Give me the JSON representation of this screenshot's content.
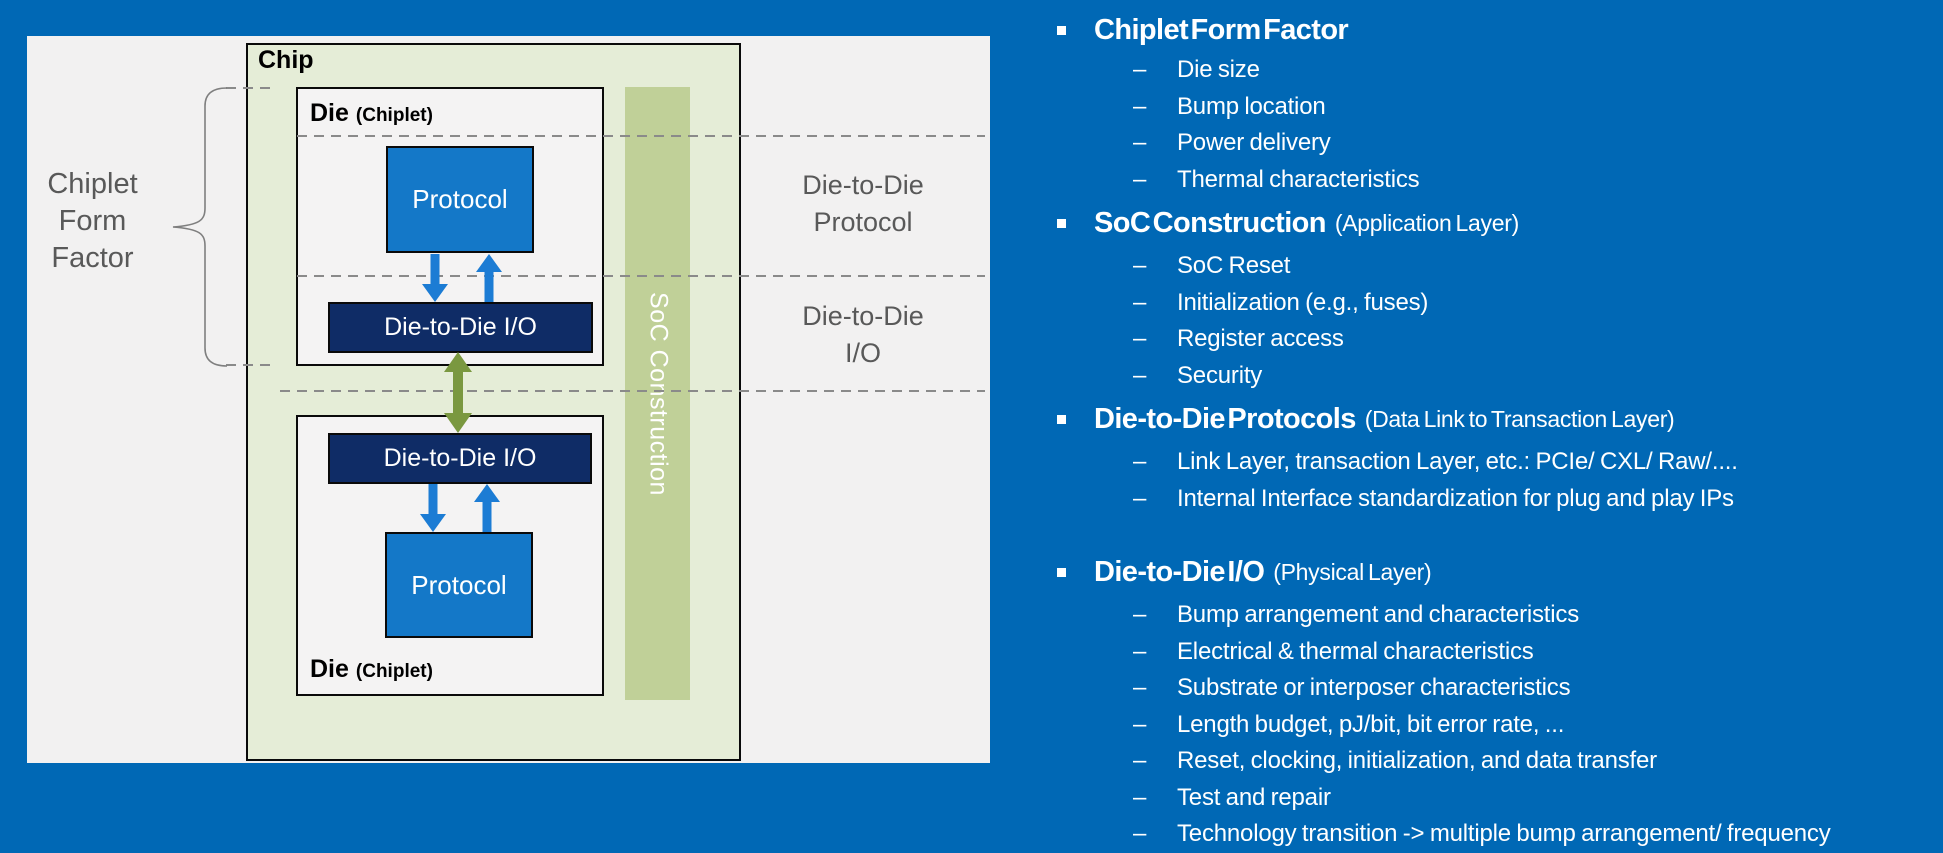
{
  "diagram": {
    "chip_label": "Chip",
    "dies": [
      {
        "label": "Die",
        "sublabel": "(Chiplet)"
      },
      {
        "label": "Die",
        "sublabel": "(Chiplet)"
      }
    ],
    "protocol_label": "Protocol",
    "io_label": "Die-to-Die I/O",
    "soc_bar_label": "SoC Construction",
    "brace_caption": "Chiplet Form Factor",
    "band_labels": [
      "Die-to-Die Protocol",
      "Die-to-Die I/O"
    ]
  },
  "colors": {
    "background": "#0068B5",
    "panel": "#F2F1F1",
    "chip_green": "#E5EDD7",
    "bar_green": "#C0D098",
    "protocol_blue": "#1478C8",
    "io_navy": "#0F2C66",
    "arrow_blue": "#1C7CD4",
    "arrow_green": "#7A9840",
    "gray_text": "#595959"
  },
  "bullets": [
    {
      "type": "heading",
      "text": "Chiplet Form Factor",
      "paren": "",
      "first": true
    },
    {
      "type": "sub",
      "text": "Die size"
    },
    {
      "type": "sub",
      "text": "Bump location"
    },
    {
      "type": "sub",
      "text": "Power delivery"
    },
    {
      "type": "sub",
      "text": "Thermal characteristics"
    },
    {
      "type": "heading",
      "text": "SoC Construction",
      "paren": "(Application Layer)"
    },
    {
      "type": "sub",
      "text": "SoC Reset"
    },
    {
      "type": "sub",
      "text": "Initialization (e.g., fuses)"
    },
    {
      "type": "sub",
      "text": "Register access"
    },
    {
      "type": "sub",
      "text": "Security"
    },
    {
      "type": "heading",
      "text": "Die-to-Die Protocols",
      "paren": "(Data Link to Transaction Layer)"
    },
    {
      "type": "sub",
      "text": "Link Layer, transaction Layer, etc.: PCIe/ CXL/ Raw/...."
    },
    {
      "type": "sub",
      "text": "Internal Interface standardization for plug and play IPs"
    },
    {
      "type": "heading",
      "text": "Die-to-Die I/O",
      "paren": "(Physical Layer)",
      "gapped": true
    },
    {
      "type": "sub",
      "text": "Bump arrangement and characteristics"
    },
    {
      "type": "sub",
      "text": "Electrical & thermal characteristics"
    },
    {
      "type": "sub",
      "text": "Substrate or interposer characteristics"
    },
    {
      "type": "sub",
      "text": "Length budget, pJ/bit, bit error rate, ..."
    },
    {
      "type": "sub",
      "text": "Reset, clocking, initialization, and data transfer"
    },
    {
      "type": "sub",
      "text": "Test and repair"
    },
    {
      "type": "sub",
      "text": "Technology transition -> multiple bump arrangement/ frequency"
    }
  ]
}
